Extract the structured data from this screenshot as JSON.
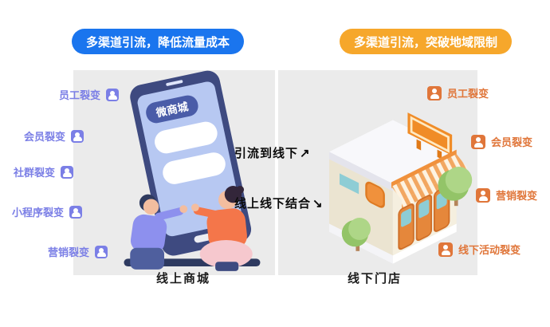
{
  "banners": {
    "left": "多渠道引流，降低流量成本",
    "right": "多渠道引流，突破地域限制"
  },
  "middle": {
    "flow_top": "引流到线下",
    "flow_top_arrow": "↗",
    "flow_bottom": "线上线下结合",
    "flow_bottom_arrow": "↘"
  },
  "left_panel": {
    "caption": "线上商城",
    "phone_screen_text": "微商城",
    "labels": [
      {
        "text": "员工裂变"
      },
      {
        "text": "会员裂变"
      },
      {
        "text": "社群裂变"
      },
      {
        "text": "小程序裂变"
      },
      {
        "text": "营销裂变"
      }
    ]
  },
  "right_panel": {
    "caption": "线下门店",
    "labels": [
      {
        "text": "员工裂变"
      },
      {
        "text": "会员裂变"
      },
      {
        "text": "营销裂变"
      },
      {
        "text": "线下活动裂变"
      }
    ]
  },
  "colors": {
    "banner_blue": "#1a75ee",
    "banner_orange": "#f6a72b",
    "label_purple": "#7b7fe6",
    "label_orange": "#e0763a",
    "panel_gray": "#ebebeb"
  }
}
